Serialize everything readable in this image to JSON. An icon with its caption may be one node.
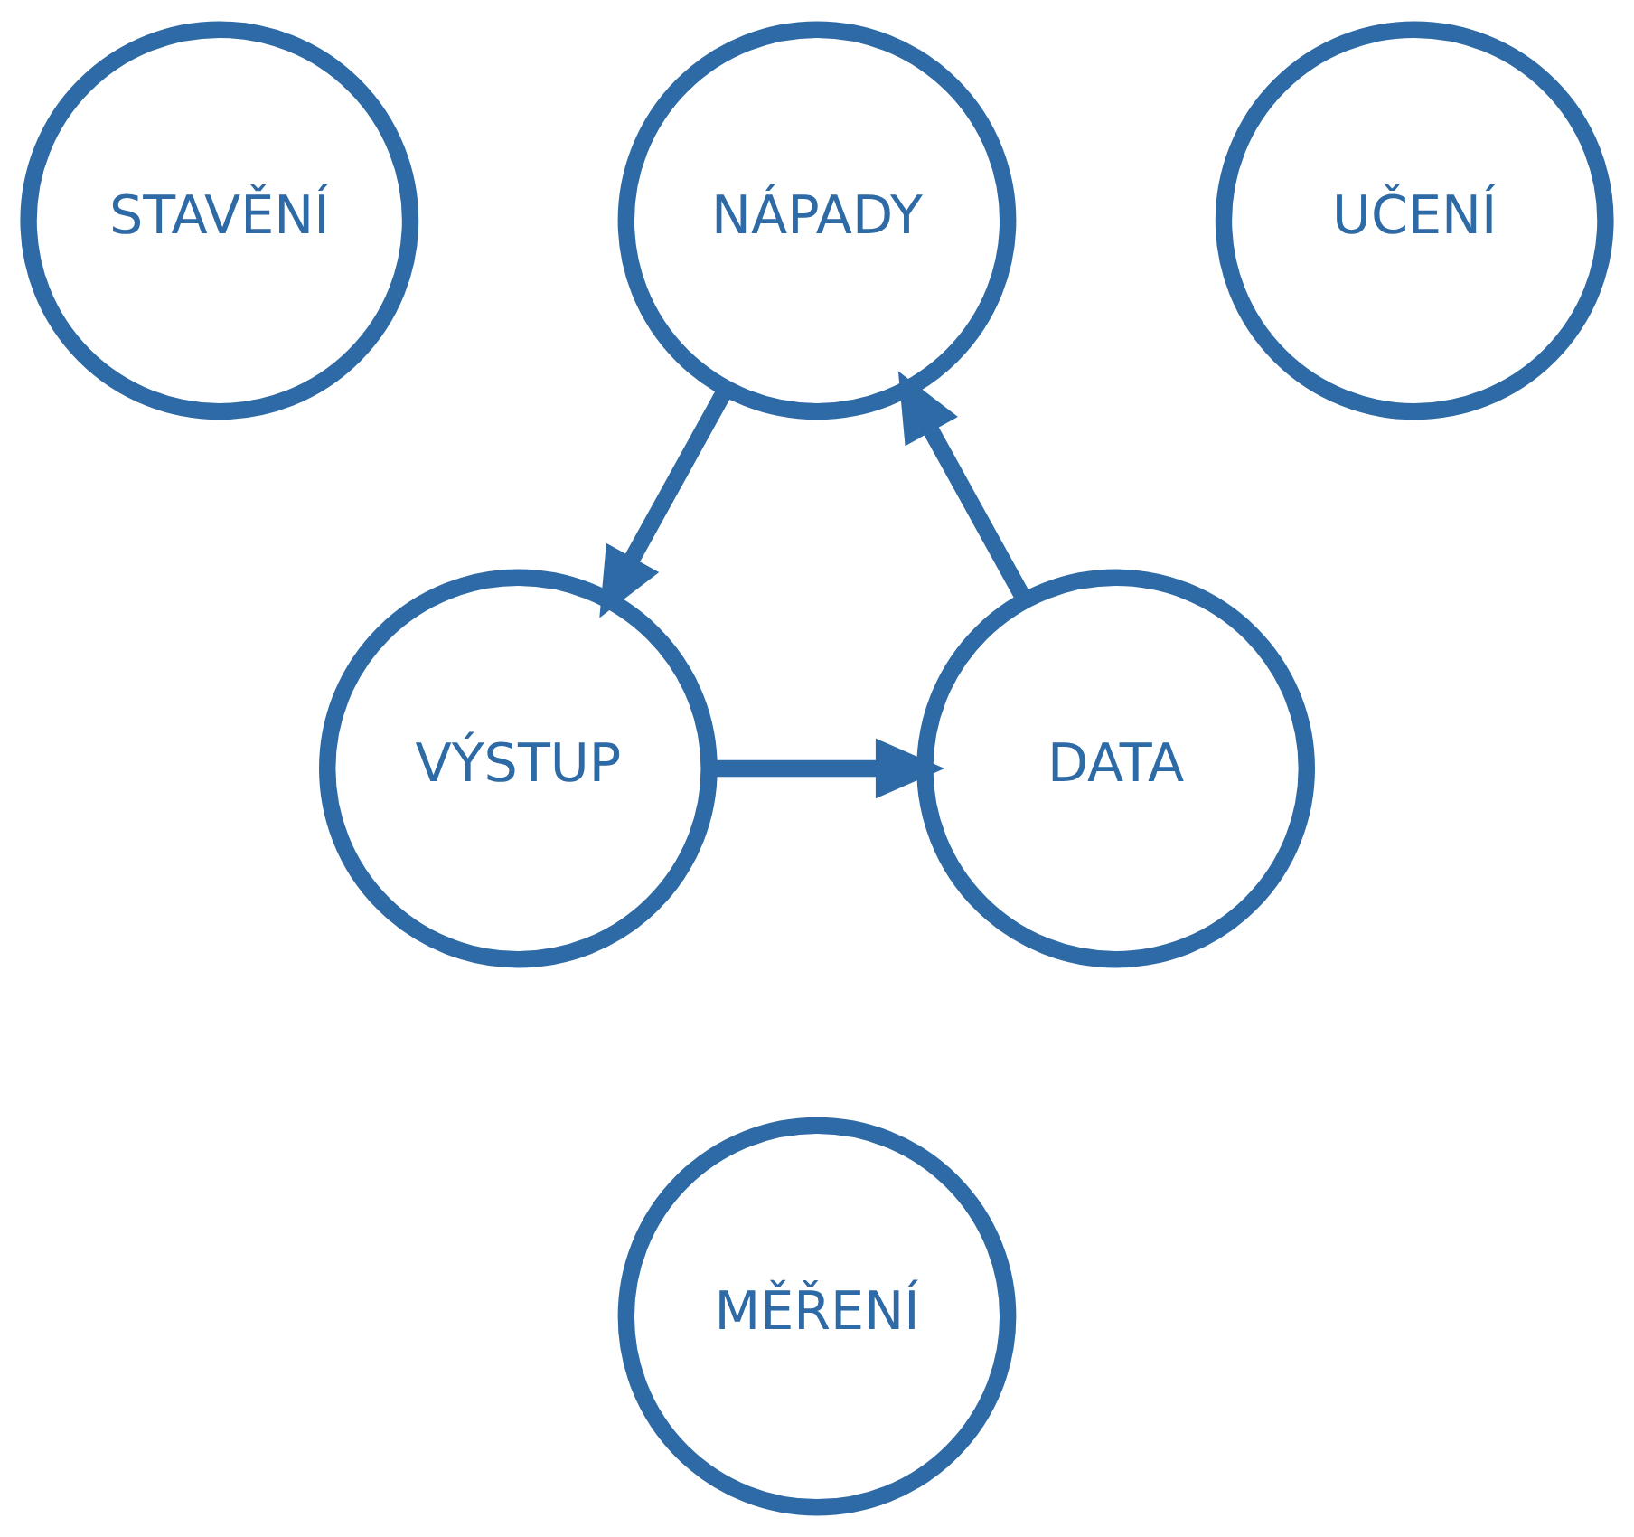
{
  "diagram": {
    "nodes": [
      {
        "text": [
          "NÁPADY"
        ]
      },
      {
        "text": [
          "UČENÍ"
        ]
      },
      {
        "text": [
          "STAVĚNÍ"
        ]
      },
      {
        "text": [
          "DATA"
        ]
      },
      {
        "text": [
          "VÝSTUP"
        ]
      },
      {
        "text": [
          "MĚŘENÍ"
        ]
      }
    ],
    "edges": [
      {
        "from": 0,
        "to": 4,
        "arrow": "to"
      },
      {
        "from": 4,
        "to": 3,
        "arrow": "to"
      },
      {
        "from": 3,
        "to": 0,
        "arrow": "to"
      }
    ]
  }
}
